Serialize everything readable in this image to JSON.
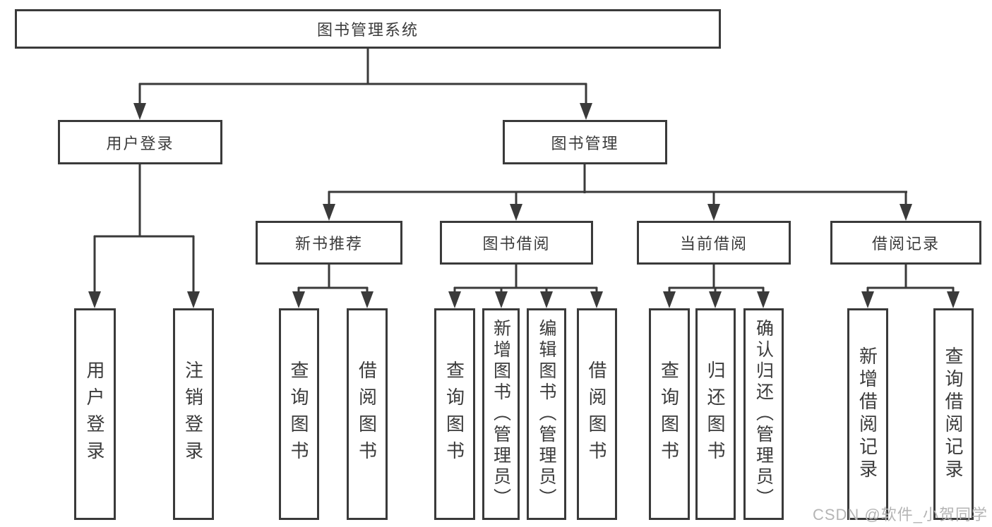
{
  "diagram": {
    "root_label": "图书管理系统",
    "user_login": {
      "label": "用户登录",
      "children": {
        "login": "用户登录",
        "logout": "注销登录"
      }
    },
    "book_management": {
      "label": "图书管理",
      "new_book_recommend": {
        "label": "新书推荐",
        "children": {
          "query_books": "查询图书",
          "borrow_books": "借阅图书"
        }
      },
      "book_borrowing": {
        "label": "图书借阅",
        "children": {
          "query_books": "查询图书",
          "add_books_admin": "新增图书（管理员）",
          "edit_books_admin": "编辑图书（管理员）",
          "borrow_books": "借阅图书"
        }
      },
      "current_borrowing": {
        "label": "当前借阅",
        "children": {
          "query_books": "查询图书",
          "return_books": "归还图书",
          "confirm_return_admin": "确认归还（管理员）"
        }
      },
      "borrowing_records": {
        "label": "借阅记录",
        "children": {
          "add_borrow_record": "新增借阅记录",
          "query_borrow_record": "查询借阅记录"
        }
      }
    }
  },
  "colors": {
    "line": "#3a3a3a",
    "text": "#3b3b3b",
    "watermark": "#b5b5b5",
    "background": "#ffffff"
  },
  "watermark": "CSDN @软件_小贺同学"
}
